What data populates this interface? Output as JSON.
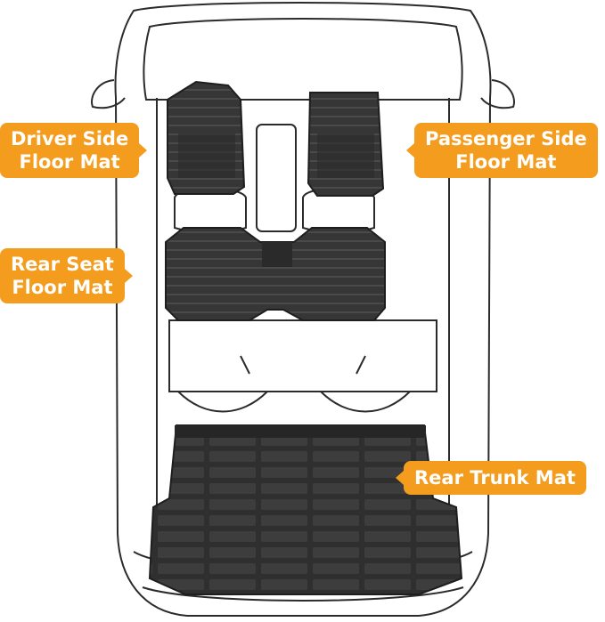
{
  "callouts": {
    "driver": {
      "line1": "Driver Side",
      "line2": "Floor Mat"
    },
    "passenger": {
      "line1": "Passenger Side",
      "line2": "Floor Mat"
    },
    "rear_seat": {
      "line1": "Rear Seat",
      "line2": "Floor Mat"
    },
    "trunk": {
      "line1": "Rear Trunk Mat"
    }
  },
  "colors": {
    "accent": "#f39c1d",
    "mat": "#3a3a3a",
    "mat_dark": "#232323",
    "outline": "#2b2b2b"
  },
  "icons": [
    "car-outline-icon",
    "floor-mat-icon",
    "trunk-mat-icon"
  ]
}
